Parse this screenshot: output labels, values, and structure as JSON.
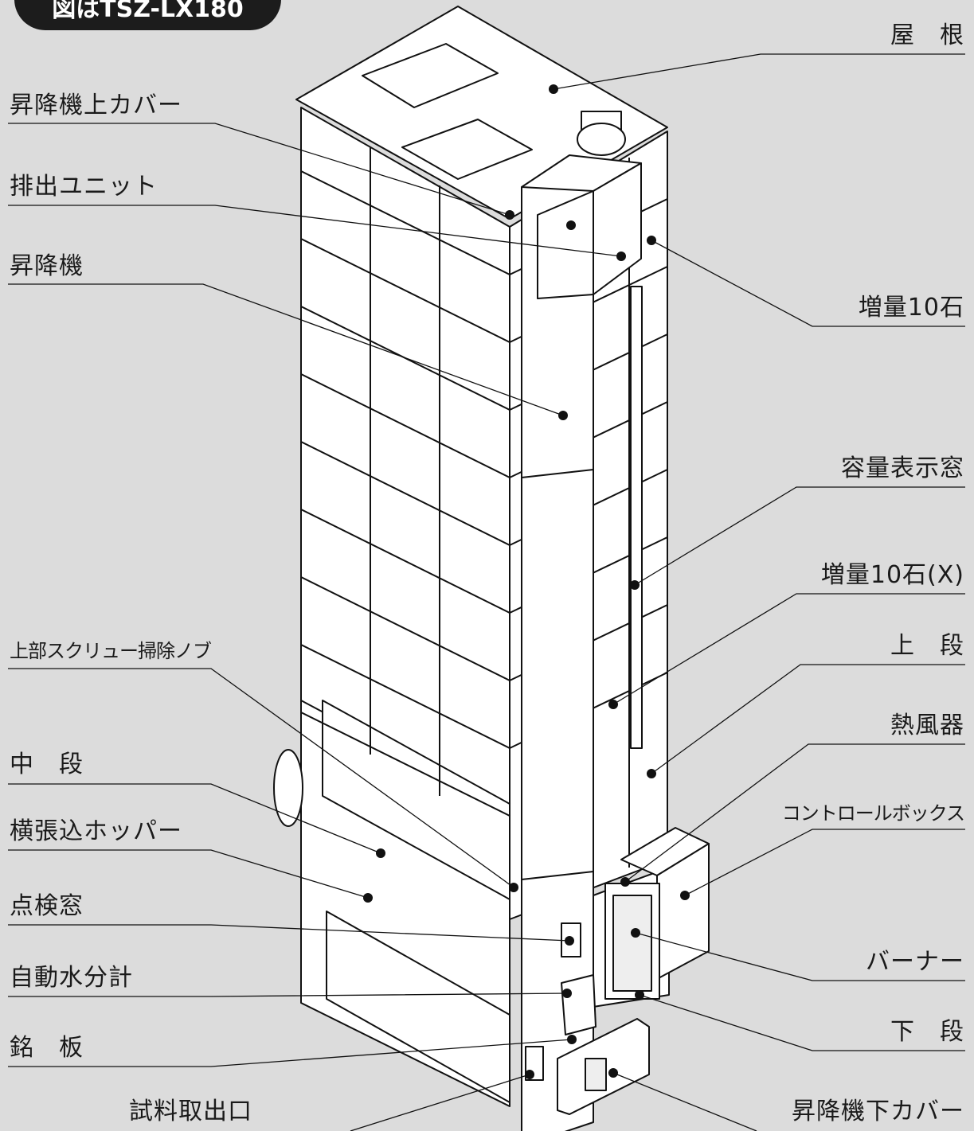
{
  "badge": "図はTSZ-LX180",
  "labels": {
    "yane": "屋　根",
    "shokoki_ue_cover": "昇降機上カバー",
    "haishutsu_unit": "排出ユニット",
    "shokoki": "昇降機",
    "zoryo": "増量10石",
    "yoryo_window": "容量表示窓",
    "zoryo_x": "増量10石(X)",
    "jodan": "上　段",
    "screw_knob": "上部スクリュー掃除ノブ",
    "neppuki": "熱風器",
    "chudan": "中　段",
    "control_box": "コントロールボックス",
    "hopper": "横張込ホッパー",
    "tenken": "点検窓",
    "burner": "バーナー",
    "moisture": "自動水分計",
    "gedan": "下　段",
    "meiban": "銘　板",
    "shiryo": "試料取出口",
    "shokoki_shita_cover": "昇降機下カバー"
  },
  "colors": {
    "background": "#dcdcdc",
    "line": "#111111",
    "panel": "#ffffff",
    "badge": "#1c1c1c"
  }
}
